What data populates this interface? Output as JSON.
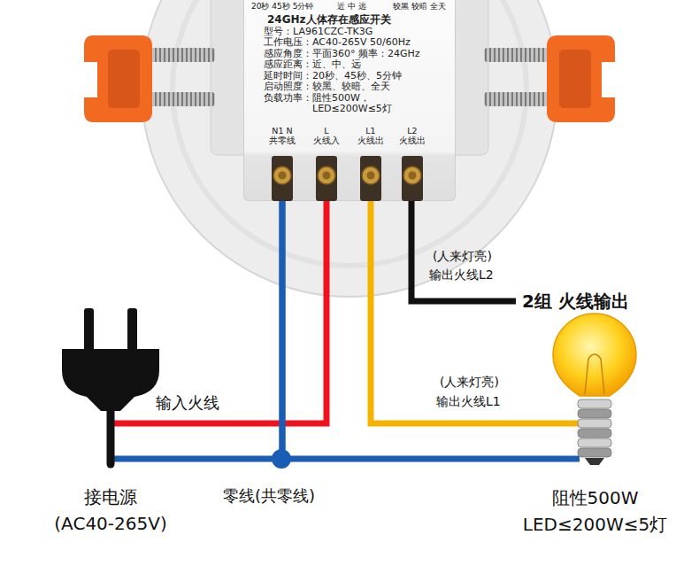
{
  "diagram": {
    "nodes": [
      {
        "text": [
          "24GHz人体存在感应开关",
          "型号：LA961CZC-TK3G",
          "工作电压：AC40-265V 50/60Hz",
          "感应角度：平面360° 频率：24GHz",
          "感应距离：近、中、远",
          "延时时间：20秒、45秒、5分钟",
          "启动照度：较黑、较暗、全天",
          "负载功率：阻性500W，",
          "LED≤200W≤5灯"
        ]
      },
      {
        "text": [
          "N1 N",
          "共零线"
        ],
        "in": 0
      },
      {
        "text": [
          "L",
          "火线入"
        ],
        "in": 0
      },
      {
        "text": [
          "L1",
          "火线出"
        ],
        "in": 0
      },
      {
        "text": [
          "L2",
          "火线出"
        ],
        "in": 0
      },
      {
        "text": [
          "接电源",
          "(AC40-265V)"
        ]
      },
      {
        "text": [
          "阻性500W",
          "LED≤200W≤5灯"
        ]
      }
    ],
    "edges": [
      {
        "from": 5,
        "to": 2,
        "arrow": "none"
      },
      {
        "from": 5,
        "to": 1,
        "arrow": "none"
      },
      {
        "from": 1,
        "to": 6,
        "arrow": "none"
      },
      {
        "from": 3,
        "to": 6,
        "arrow": "none"
      }
    ],
    "labels": [
      "20秒 45秒 5分钟",
      "近 中 远",
      "较黑 较暗 全天",
      "输入火线",
      "(人来灯亮)",
      "输出火线L2",
      "2组 火线输出",
      "(人来灯亮)",
      "输出火线L1",
      "零线(共零线)"
    ]
  }
}
